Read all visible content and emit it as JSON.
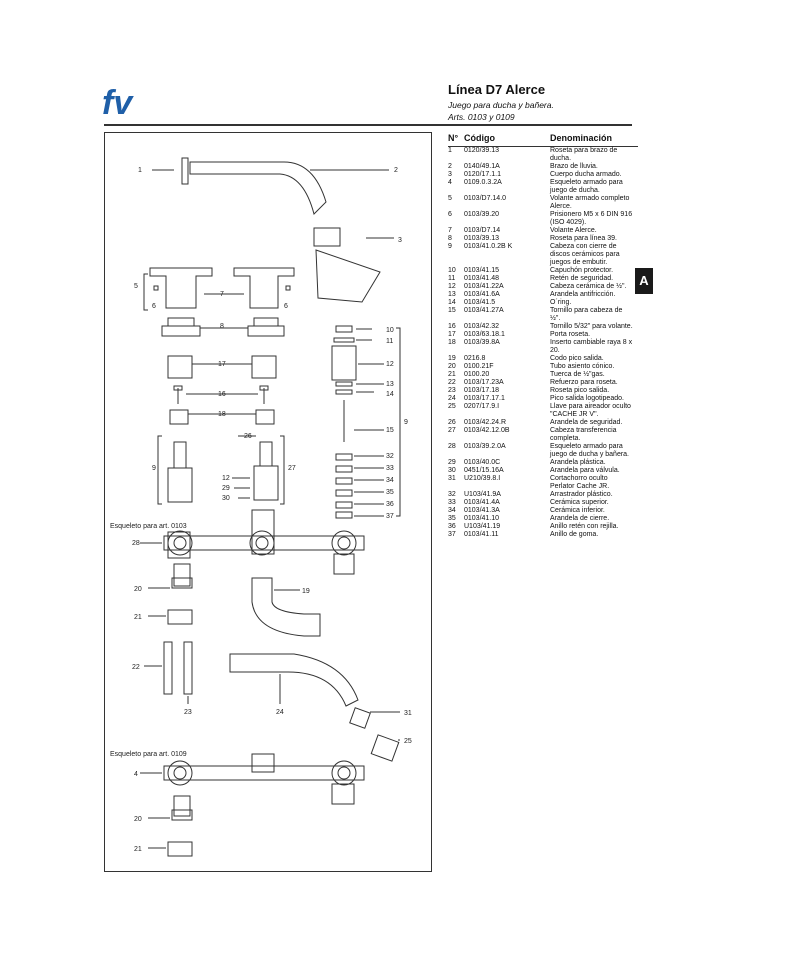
{
  "header": {
    "title": "Línea D7 Alerce",
    "subtitle": "Juego para ducha y bañera.",
    "arts": "Arts. 0103 y 0109",
    "logo_text": "fv",
    "section_tab": "A"
  },
  "colors": {
    "brand": "#1f5fa8",
    "line": "#333333"
  },
  "table": {
    "headers": [
      "N°",
      "Código",
      "Denominación"
    ],
    "rows": [
      {
        "n": "1",
        "code": "0120/39.13",
        "desc": "Roseta para brazo de ducha."
      },
      {
        "n": "2",
        "code": "0140/49.1A",
        "desc": "Brazo de lluvia."
      },
      {
        "n": "3",
        "code": "0120/17.1.1",
        "desc": "Cuerpo ducha armado."
      },
      {
        "n": "4",
        "code": "0109.0.3.2A",
        "desc": "Esqueleto armado para juego de ducha."
      },
      {
        "n": "5",
        "code": "0103/D7.14.0",
        "desc": "Volante armado completo Alerce."
      },
      {
        "n": "6",
        "code": "0103/39.20",
        "desc": "Prisionero M5 x 6 DIN 916 (ISO 4029)."
      },
      {
        "n": "7",
        "code": "0103/D7.14",
        "desc": "Volante Alerce."
      },
      {
        "n": "8",
        "code": "0103/39.13",
        "desc": "Roseta para línea 39."
      },
      {
        "n": "9",
        "code": "0103/41.0.2B K",
        "desc": "Cabeza con cierre de discos cerámicos para juegos de embutir."
      },
      {
        "n": "10",
        "code": "0103/41.15",
        "desc": "Capuchón protector."
      },
      {
        "n": "11",
        "code": "0103/41.48",
        "desc": "Retén de seguridad."
      },
      {
        "n": "12",
        "code": "0103/41.22A",
        "desc": "Cabeza cerámica de ½\"."
      },
      {
        "n": "13",
        "code": "0103/41.6A",
        "desc": "Arandela antifricción."
      },
      {
        "n": "14",
        "code": "0103/41.5",
        "desc": "O´ring."
      },
      {
        "n": "15",
        "code": "0103/41.27A",
        "desc": "Tornillo para cabeza de ½\"."
      },
      {
        "n": "16",
        "code": "0103/42.32",
        "desc": "Tornillo 5/32\" para volante."
      },
      {
        "n": "17",
        "code": "0103/63.18.1",
        "desc": "Porta roseta."
      },
      {
        "n": "18",
        "code": "0103/39.8A",
        "desc": "Inserto cambiable raya 8 x 20."
      },
      {
        "n": "19",
        "code": "0216.8",
        "desc": "Codo pico salida."
      },
      {
        "n": "20",
        "code": "0100.21F",
        "desc": "Tubo asiento cónico."
      },
      {
        "n": "21",
        "code": "0100.20",
        "desc": "Tuerca de ½\"gas."
      },
      {
        "n": "22",
        "code": "0103/17.23A",
        "desc": "Refuerzo para roseta."
      },
      {
        "n": "23",
        "code": "0103/17.18",
        "desc": "Roseta pico salida."
      },
      {
        "n": "24",
        "code": "0103/17.17.1",
        "desc": "Pico salida logotipeado."
      },
      {
        "n": "25",
        "code": "0207/17.9.I",
        "desc": "Llave para aireador oculto \"CACHE JR V\"."
      },
      {
        "n": "26",
        "code": "0103/42.24.R",
        "desc": "Arandela de seguridad."
      },
      {
        "n": "27",
        "code": "0103/42.12.0B",
        "desc": "Cabeza transferencia completa."
      },
      {
        "n": "28",
        "code": "0103/39.2.0A",
        "desc": "Esqueleto armado para juego de ducha y bañera."
      },
      {
        "n": "29",
        "code": "0103/40.0C",
        "desc": "Arandela plástica."
      },
      {
        "n": "30",
        "code": "0451/15.16A",
        "desc": "Arandela para válvula."
      },
      {
        "n": "31",
        "code": "U210/39.8.I",
        "desc": "Cortachorro oculto Perlator Cache JR."
      },
      {
        "n": "32",
        "code": "U103/41.9A",
        "desc": "Arrastrador plástico."
      },
      {
        "n": "33",
        "code": "0103/41.4A",
        "desc": "Cerámica superior."
      },
      {
        "n": "34",
        "code": "0103/41.3A",
        "desc": "Cerámica inferior."
      },
      {
        "n": "35",
        "code": "0103/41.10",
        "desc": "Arandela de cierre."
      },
      {
        "n": "36",
        "code": "U103/41.19",
        "desc": "Anillo retén con rejilla."
      },
      {
        "n": "37",
        "code": "0103/41.11",
        "desc": "Anillo de goma."
      }
    ]
  },
  "diagram": {
    "section_0103": "Esqueleto para art. 0103",
    "section_0109": "Esqueleto para art. 0109",
    "callouts": [
      "1",
      "2",
      "3",
      "5",
      "6",
      "7",
      "6",
      "8",
      "10",
      "11",
      "12",
      "13",
      "14",
      "17",
      "16",
      "18",
      "15",
      "9",
      "26",
      "9",
      "27",
      "12",
      "29",
      "30",
      "32",
      "33",
      "34",
      "35",
      "36",
      "37",
      "28",
      "20",
      "19",
      "21",
      "22",
      "23",
      "24",
      "31",
      "25",
      "4",
      "20",
      "21"
    ]
  }
}
